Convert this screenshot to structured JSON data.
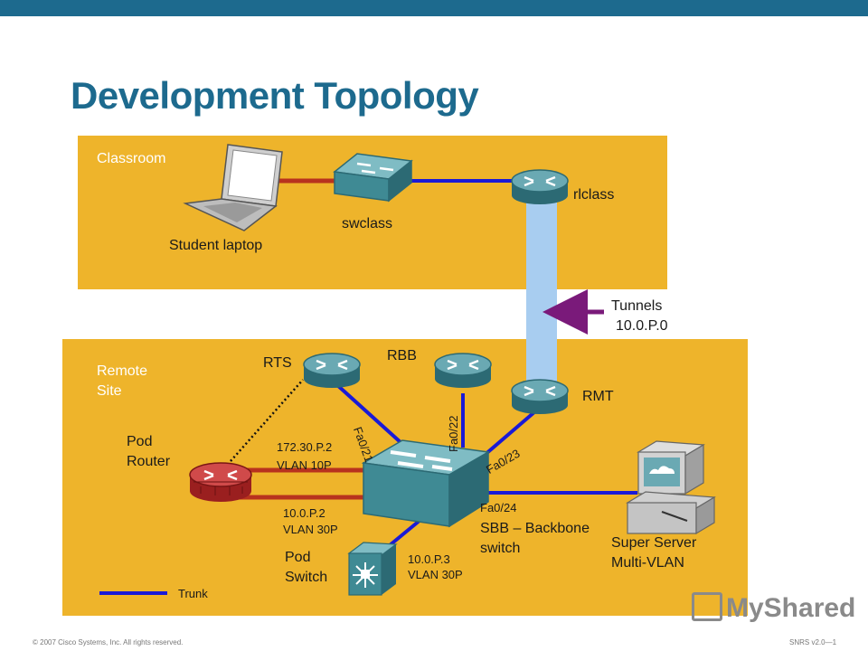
{
  "header": {
    "title": "Development Topology"
  },
  "areas": {
    "classroom": "Classroom",
    "remote_line1": "Remote",
    "remote_line2": "Site"
  },
  "devices": {
    "student_laptop": "Student laptop",
    "swclass": "swclass",
    "rlclass": "rlclass",
    "rts": "RTS",
    "rbb": "RBB",
    "rmt": "RMT",
    "pod_router_line1": "Pod",
    "pod_router_line2": "Router",
    "pod_switch_line1": "Pod",
    "pod_switch_line2": "Switch",
    "sbb_line1": "SBB – Backbone",
    "sbb_line2": "switch",
    "server_line1": "Super Server",
    "server_line2": "Multi-VLAN"
  },
  "tunnels": {
    "line1": "Tunnels",
    "line2": "10.0.P.0"
  },
  "links": {
    "vlan10_ip": "172.30.P.2",
    "vlan10_name": "VLAN 10P",
    "vlan30_ip": "10.0.P.2",
    "vlan30_name": "VLAN 30P",
    "podswitch_ip": "10.0.P.3",
    "podswitch_vlan": "VLAN 30P",
    "fa21": "Fa0/21",
    "fa22": "Fa0/22",
    "fa23": "Fa0/23",
    "fa24": "Fa0/24"
  },
  "legend": {
    "trunk": "Trunk"
  },
  "footer": {
    "copyright": "© 2007 Cisco Systems, Inc. All rights reserved.",
    "course": "SNRS v2.0—1"
  },
  "watermark": "MyShared",
  "colors": {
    "accent": "#1d6a8e",
    "panel": "#eeb42b",
    "trunk": "#1a1ad6",
    "access": "#b8321e",
    "tunnel": "#a8cdf0",
    "arrow": "#7a1a7a"
  }
}
